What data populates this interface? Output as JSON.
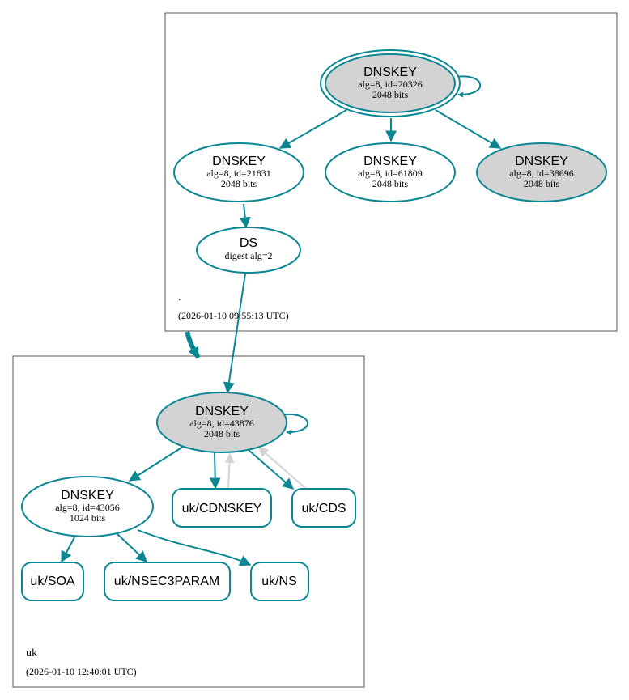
{
  "colors": {
    "edge": "#0a8793",
    "node_stroke": "#0a8793",
    "gray_fill": "#d3d3d3",
    "gray_edge": "#d3d3d3",
    "cluster_stroke": "#555555"
  },
  "root_zone": {
    "name": ".",
    "timestamp": "(2026-01-10 09:55:13 UTC)",
    "ksk": {
      "title": "DNSKEY",
      "line1": "alg=8, id=20326",
      "line2": "2048 bits"
    },
    "zsk1": {
      "title": "DNSKEY",
      "line1": "alg=8, id=21831",
      "line2": "2048 bits"
    },
    "zsk2": {
      "title": "DNSKEY",
      "line1": "alg=8, id=61809",
      "line2": "2048 bits"
    },
    "ksk2": {
      "title": "DNSKEY",
      "line1": "alg=8, id=38696",
      "line2": "2048 bits"
    },
    "ds": {
      "title": "DS",
      "line1": "digest alg=2"
    }
  },
  "uk_zone": {
    "name": "uk",
    "timestamp": "(2026-01-10 12:40:01 UTC)",
    "ksk": {
      "title": "DNSKEY",
      "line1": "alg=8, id=43876",
      "line2": "2048 bits"
    },
    "zsk": {
      "title": "DNSKEY",
      "line1": "alg=8, id=43056",
      "line2": "1024 bits"
    },
    "rrsets": {
      "cdnskey": "uk/CDNSKEY",
      "cds": "uk/CDS",
      "soa": "uk/SOA",
      "nsec3param": "uk/NSEC3PARAM",
      "ns": "uk/NS"
    }
  }
}
